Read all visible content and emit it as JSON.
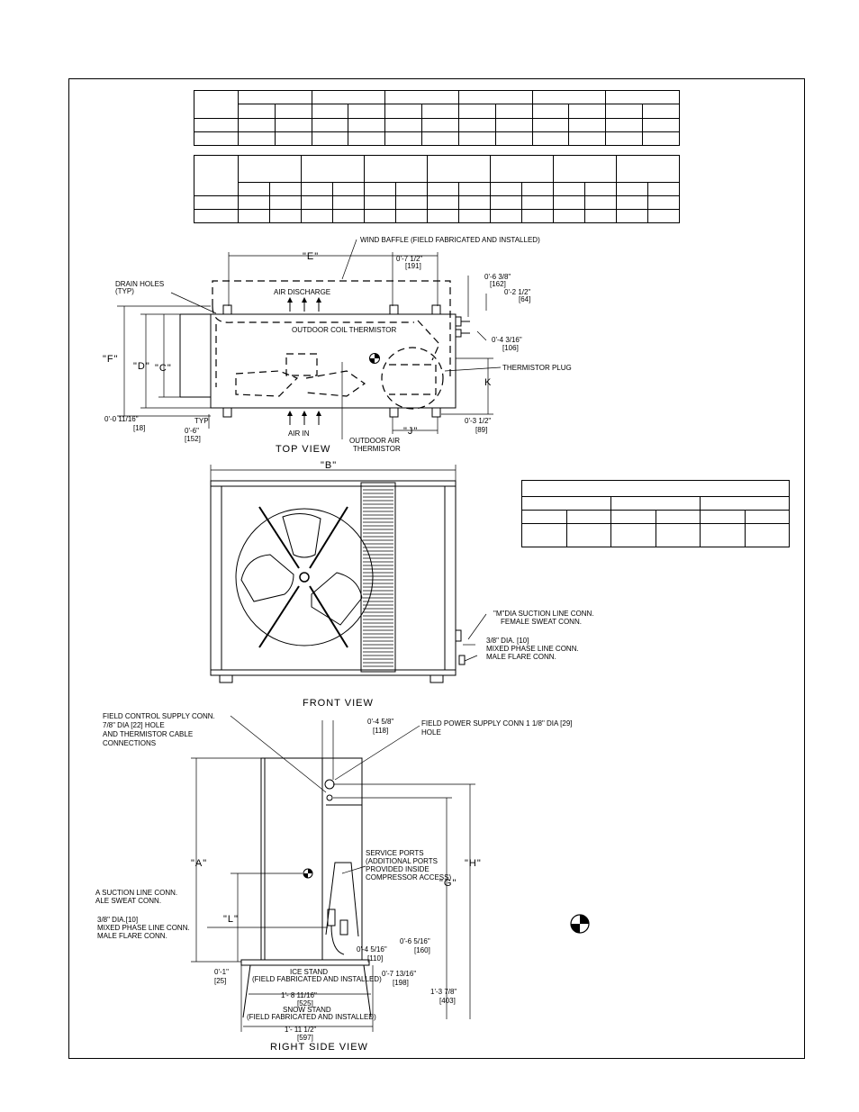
{
  "callouts": {
    "wind_baffle": "WIND BAFFLE (FIELD FABRICATED AND INSTALLED)",
    "drain_holes": "DRAIN HOLES",
    "drain_typ": "(TYP)",
    "air_discharge": "AIR DISCHARGE",
    "outdoor_coil_thermistor": "OUTDOOR COIL THERMISTOR",
    "thermistor_plug": "THERMISTOR PLUG",
    "air_in": "AIR IN",
    "outdoor_air_thermistor_1": "OUTDOOR AIR",
    "outdoor_air_thermistor_2": "THERMISTOR",
    "typ": "TYP",
    "suction_conn_1": "\"M\"DIA SUCTION LINE CONN.",
    "suction_conn_2": "FEMALE SWEAT CONN.",
    "liquid_conn_1": "3/8\" DIA. [10]",
    "liquid_conn_2": "MIXED PHASE LINE CONN.",
    "liquid_conn_3": "MALE FLARE CONN.",
    "field_control_1": "FIELD CONTROL SUPPLY CONN.",
    "field_control_2": "7/8\" DIA [22] HOLE",
    "field_control_3": "AND THERMISTOR CABLE",
    "field_control_4": "CONNECTIONS",
    "field_power_1": "FIELD POWER SUPPLY CONN 1 1/8\" DIA [29]",
    "field_power_2": "HOLE",
    "service_ports_1": "SERVICE PORTS",
    "service_ports_2": "(ADDITIONAL PORTS",
    "service_ports_3": "PROVIDED INSIDE",
    "service_ports_4": "COMPRESSOR ACCESS)",
    "side_suction_1": "A SUCTION LINE CONN.",
    "side_suction_2": "ALE SWEAT CONN.",
    "side_liquid_1": "3/8\" DIA.[10]",
    "side_liquid_2": "MIXED PHASE LINE CONN.",
    "side_liquid_3": "MALE FLARE CONN.",
    "ice_stand_1": "ICE STAND",
    "ice_stand_2": "(FIELD FABRICATED AND INSTALLED)",
    "snow_stand_1": "SNOW STAND",
    "snow_stand_2": "(FIELD FABRICATED AND INSTALLED)"
  },
  "dims": {
    "E": "\"E\"",
    "F": "\"F\"",
    "D": "\"D\"",
    "C": "\"C\"",
    "K": "K",
    "J": "\"J\"",
    "B": "\"B\"",
    "A": "\"A\"",
    "L": "\"L\"",
    "G": "\"G\"",
    "H": "\"H\"",
    "d1": "0'-7 1/2\"",
    "d1m": "[191]",
    "d2": "0'-6 3/8\"",
    "d2m": "[162]",
    "d3": "0'-2 1/2\"",
    "d3m": "[64]",
    "d4": "0'-4 3/16\"",
    "d4m": "[106]",
    "d5": "0'-0 11/16\"",
    "d5m": "[18]",
    "d6": "0'-6\"",
    "d6m": "[152]",
    "d7": "0'-3 1/2\"",
    "d7m": "[89]",
    "d8": "0'-4 5/8\"",
    "d8m": "[118]",
    "d9": "0'-6 5/16\"",
    "d9m": "[160]",
    "d10": "0'-4 5/16\"",
    "d10m": "[110]",
    "d11": "0'-1\"",
    "d11m": "[25]",
    "d12": "0'-7 13/16\"",
    "d12m": "[198]",
    "d13": "1'-3 7/8\"",
    "d13m": "[403]",
    "d14": "1'- 8 11/16\"",
    "d14m": "[525]",
    "d15": "1'- 11 1/2\"",
    "d15m": "[597]"
  },
  "views": {
    "top": "TOP VIEW",
    "front": "FRONT VIEW",
    "side": "RIGHT SIDE VIEW"
  }
}
